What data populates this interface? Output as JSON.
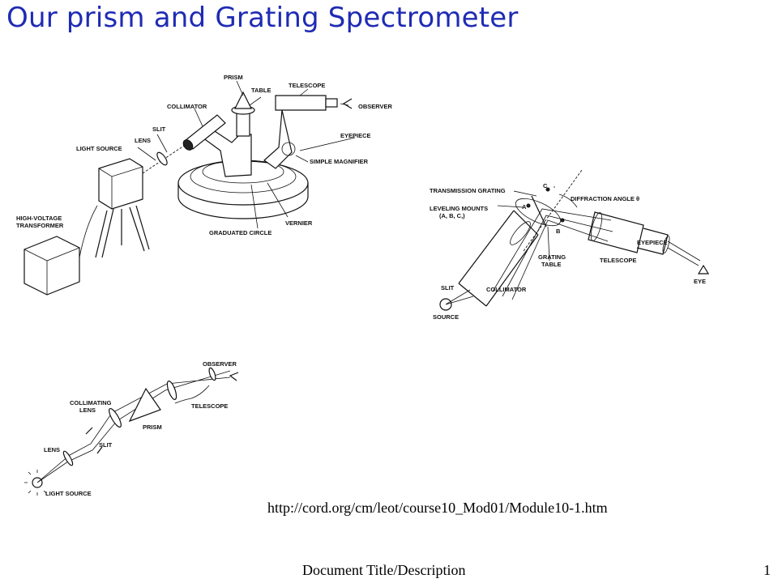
{
  "slide": {
    "title": "Our prism and Grating Spectrometer",
    "url": "http://cord.org/cm/leot/course10_Mod01/Module10-1.htm",
    "footer": "Document Title/Description",
    "page_number": "1"
  },
  "colors": {
    "title": "#1f2bb4",
    "text": "#000000",
    "line": "#111111"
  },
  "spectrometer_diagram": {
    "labels": {
      "prism": "PRISM",
      "table": "TABLE",
      "telescope": "TELESCOPE",
      "observer": "OBSERVER",
      "collimator": "COLLIMATOR",
      "eyepiece": "EYEPIECE",
      "slit": "SLIT",
      "lens": "LENS",
      "light_source": "LIGHT SOURCE",
      "simple_magnifier": "SIMPLE MAGNIFIER",
      "hv_line1": "HIGH-VOLTAGE",
      "hv_line2": "TRANSFORMER",
      "vernier": "VERNIER",
      "graduated_circle": "GRADUATED CIRCLE"
    }
  },
  "grating_diagram": {
    "labels": {
      "transmission_grating": "TRANSMISSION GRATING",
      "diffraction_angle": "DIFFRACTION ANGLE θ",
      "leveling_line1": "LEVELING MOUNTS",
      "leveling_line2": "(A, B, C,)",
      "point_a": "A",
      "point_b": "B",
      "point_c": "C",
      "eyepiece": "EYEPIECE",
      "grating_line1": "GRATING",
      "grating_line2": "TABLE",
      "telescope": "TELESCOPE",
      "eye": "EYE",
      "slit": "SLIT",
      "collimator": "COLLIMATOR",
      "source": "SOURCE"
    }
  },
  "prism_optics_diagram": {
    "labels": {
      "observer": "OBSERVER",
      "collimating_line1": "COLLIMATING",
      "collimating_line2": "LENS",
      "telescope": "TELESCOPE",
      "prism": "PRISM",
      "lens": "LENS",
      "slit": "SLIT",
      "light_source": "LIGHT SOURCE"
    }
  }
}
